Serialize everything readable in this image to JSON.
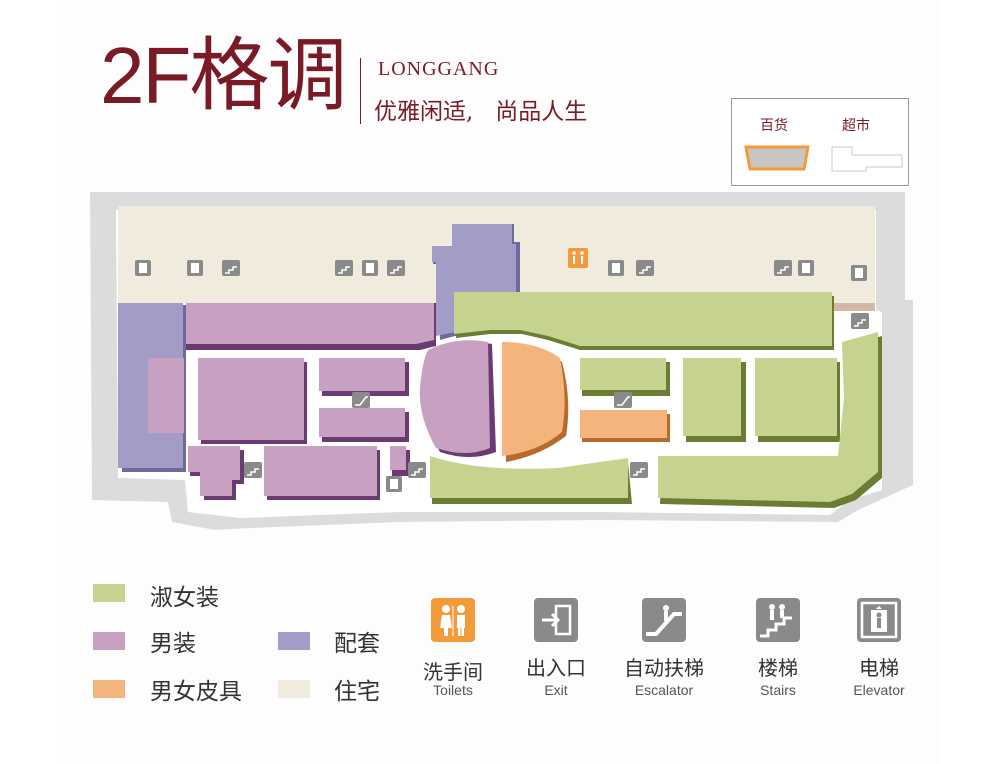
{
  "header": {
    "floor_title": "2F格调",
    "location": "LONGGANG",
    "slogan": "优雅闲适,   尚品人生"
  },
  "key": {
    "department_store": "百货",
    "supermarket": "超市"
  },
  "legend": [
    {
      "label": "淑女装",
      "color": "#c5d38e"
    },
    {
      "label": "男装",
      "color": "#c7a0c2"
    },
    {
      "label": "男女皮具",
      "color": "#f3b57c"
    },
    {
      "label": "配套",
      "color": "#a39cc7"
    },
    {
      "label": "住宅",
      "color": "#f0ebdc"
    }
  ],
  "facilities": [
    {
      "cn": "洗手间",
      "en": "Toilets",
      "icon": "toilet-icon"
    },
    {
      "cn": "出入口",
      "en": "Exit",
      "icon": "exit-icon"
    },
    {
      "cn": "自动扶梯",
      "en": "Escalator",
      "icon": "escalator-icon"
    },
    {
      "cn": "楼梯",
      "en": "Stairs",
      "icon": "stairs-icon"
    },
    {
      "cn": "电梯",
      "en": "Elevator",
      "icon": "elevator-icon"
    }
  ],
  "colors": {
    "brand": "#7a1a26",
    "ladies": "#c5d38e",
    "ladies_shadow": "#6a7d33",
    "mens": "#c7a0c2",
    "mens_shadow": "#6b3a73",
    "leather": "#f3b57c",
    "leather_shadow": "#b86a2a",
    "support": "#a39cc7",
    "residential": "#f0ebdc",
    "icon_orange": "#f39a3a",
    "icon_gray": "#8a8a8a"
  }
}
